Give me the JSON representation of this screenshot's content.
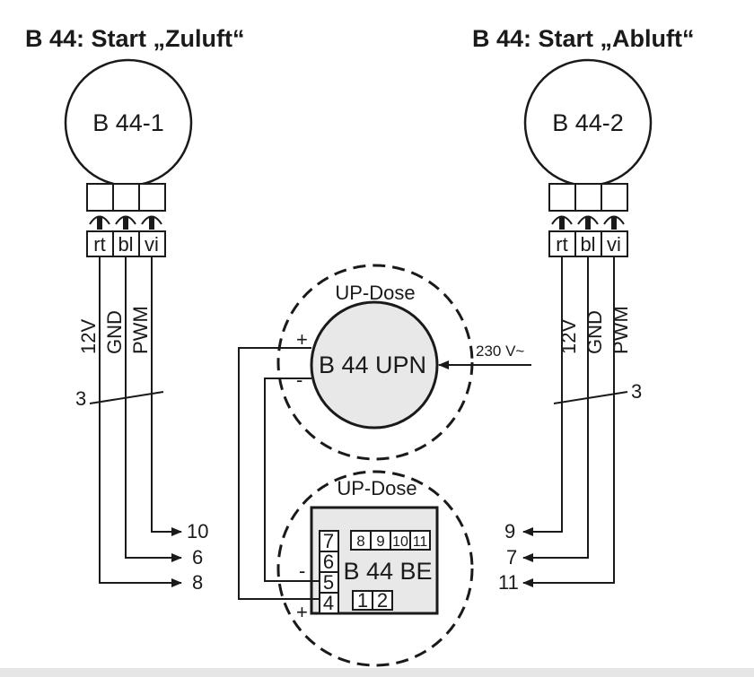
{
  "title_left": "B 44: Start „Zuluft“",
  "title_right": "B 44: Start „Abluft“",
  "sensor_left": {
    "label": "B 44-1",
    "pins": [
      "rt",
      "bl",
      "vi"
    ],
    "wires": [
      "12V",
      "GND",
      "PWM"
    ],
    "bundle": "3",
    "terminals": [
      "10",
      "6",
      "8"
    ]
  },
  "sensor_right": {
    "label": "B 44-2",
    "pins": [
      "rt",
      "bl",
      "vi"
    ],
    "wires": [
      "12V",
      "GND",
      "PWM"
    ],
    "bundle": "3",
    "terminals": [
      "9",
      "7",
      "11"
    ]
  },
  "upn": {
    "box": "UP-Dose",
    "label": "B 44 UPN",
    "plus": "+",
    "minus": "-",
    "supply": "230 V~"
  },
  "be": {
    "box": "UP-Dose",
    "label": "B 44 BE",
    "left_terms": [
      "7",
      "6",
      "5",
      "4"
    ],
    "top_terms": [
      "8",
      "9",
      "10",
      "11"
    ],
    "bottom_terms": [
      "1",
      "2"
    ],
    "minus": "-",
    "plus": "+"
  },
  "colors": {
    "ink": "#1a1a1a",
    "device_fill": "#e8e8e8",
    "bar": "#e6e6e6"
  }
}
